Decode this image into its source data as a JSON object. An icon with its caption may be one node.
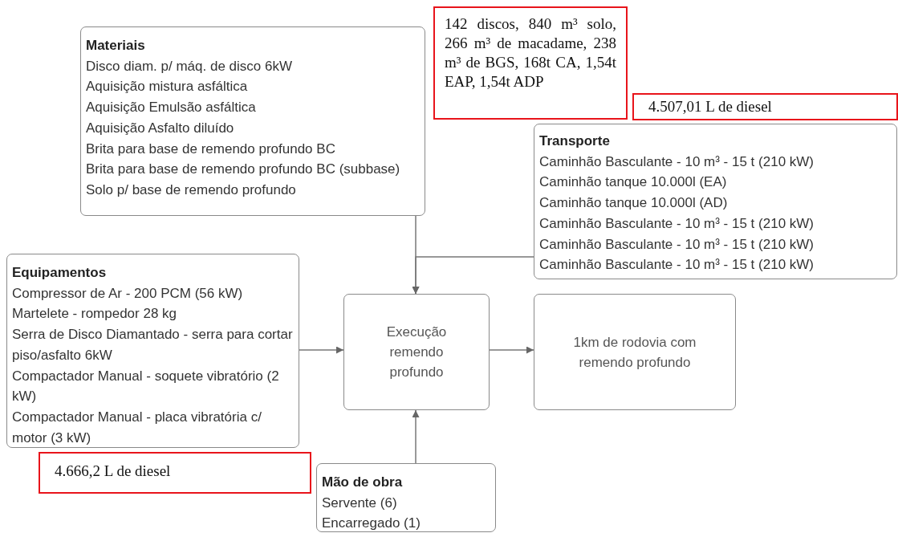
{
  "diagram": {
    "nodes": [
      {
        "text": [
          "Materiais",
          "Disco diam. p/ máq. de disco 6kW",
          "Aquisição mistura asfáltica",
          "Aquisição Emulsão asfáltica",
          "Aquisição Asfalto diluído",
          "Brita para base de remendo profundo BC",
          "Brita para base de remendo profundo BC (subbase)",
          "Solo p/ base de remendo profundo"
        ]
      },
      {
        "text": [
          "142 discos, 840 m³ solo, 266 m³ de macadame, 238 m³ de BGS, 168t CA, 1,54t EAP, 1,54t ADP"
        ]
      },
      {
        "text": [
          "Transporte",
          "Caminhão Basculante - 10 m³ - 15 t (210 kW)",
          "Caminhão tanque 10.000l (EA)",
          "Caminhão tanque 10.000l (AD)",
          "Caminhão Basculante - 10 m³ - 15 t (210 kW)",
          "Caminhão Basculante - 10 m³ - 15 t (210 kW)",
          "Caminhão Basculante - 10 m³ - 15 t (210 kW)"
        ]
      },
      {
        "text": [
          "4.507,01 L de diesel"
        ]
      },
      {
        "text": [
          "Equipamentos",
          "Compressor de Ar - 200 PCM (56 kW)",
          "Martelete - rompedor 28 kg",
          "Serra de Disco Diamantado - serra para cortar piso/asfalto 6kW",
          "Compactador Manual - soquete vibratório (2 kW)",
          "Compactador Manual - placa vibratória c/ motor (3 kW)"
        ]
      },
      {
        "text": [
          "4.666,2 L de diesel"
        ]
      },
      {
        "text": [
          "Execução remendo profundo"
        ]
      },
      {
        "text": [
          "1km de rodovia com remendo profundo"
        ]
      },
      {
        "text": [
          "Mão de obra",
          "Servente (6)",
          "Encarregado (1)"
        ]
      }
    ],
    "edges": [
      {
        "from": 0,
        "to": 6,
        "arrow": "to"
      },
      {
        "from": 2,
        "to": 6,
        "arrow": "to"
      },
      {
        "from": 4,
        "to": 6,
        "arrow": "to"
      },
      {
        "from": 6,
        "to": 7,
        "arrow": "to"
      },
      {
        "from": 8,
        "to": 6,
        "arrow": "to"
      }
    ]
  }
}
